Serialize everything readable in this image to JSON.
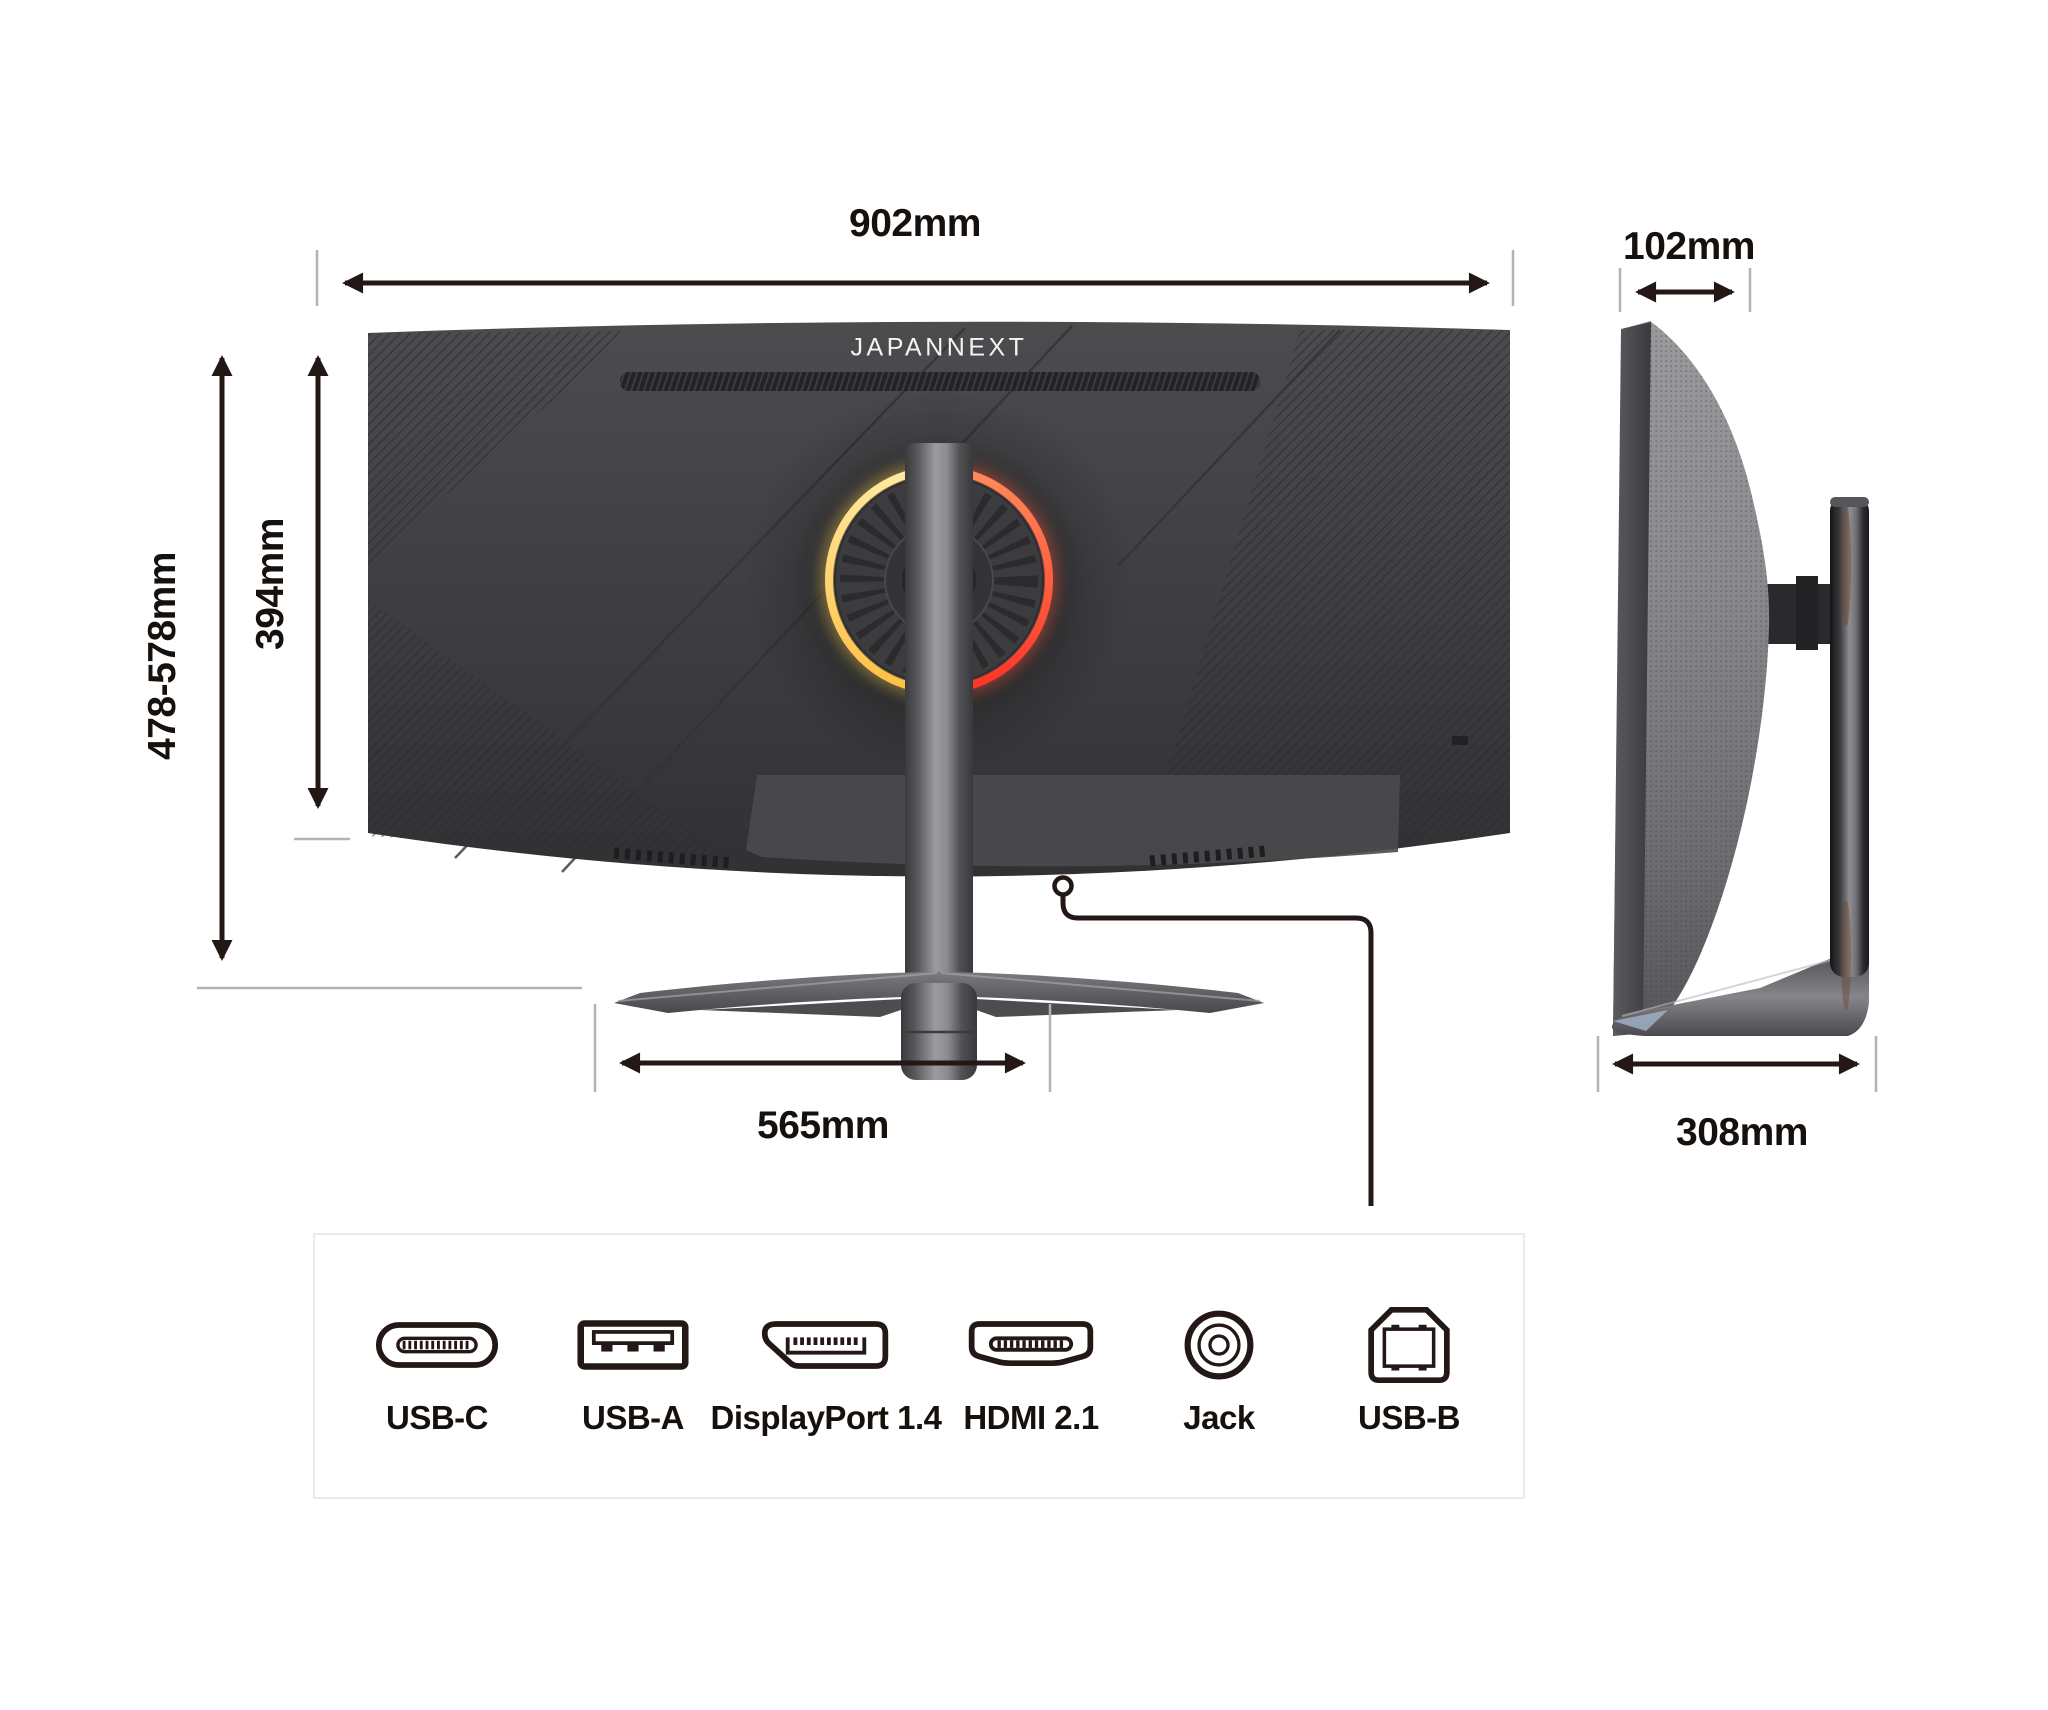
{
  "brand_logo": "JAPANNEXT",
  "dimensions": {
    "width": "902mm",
    "height_range": "478-578mm",
    "panel_height": "394mm",
    "stand_width": "565mm",
    "depth": "102mm",
    "stand_depth": "308mm"
  },
  "ports_panel": {
    "items": [
      {
        "icon": "usb-c-icon",
        "label": "USB-C"
      },
      {
        "icon": "usb-a-icon",
        "label": "USB-A"
      },
      {
        "icon": "displayport-icon",
        "label": "DisplayPort 1.4"
      },
      {
        "icon": "hdmi-icon",
        "label": "HDMI 2.1"
      },
      {
        "icon": "audio-jack-icon",
        "label": "Jack"
      },
      {
        "icon": "usb-b-icon",
        "label": "USB-B"
      }
    ]
  },
  "colors": {
    "dimension_line": "#231815",
    "tick_line": "#b3b3b3",
    "text": "#17110e",
    "monitor_body": "#3f3f42",
    "rgb_ring_left": "#ffcf4d",
    "rgb_ring_right": "#ff4433",
    "stand_metal": "#8e8e93",
    "port_outline": "#231815",
    "panel_border": "#ebebeb",
    "background": "#ffffff",
    "logo_color": "#f4f4f5"
  }
}
